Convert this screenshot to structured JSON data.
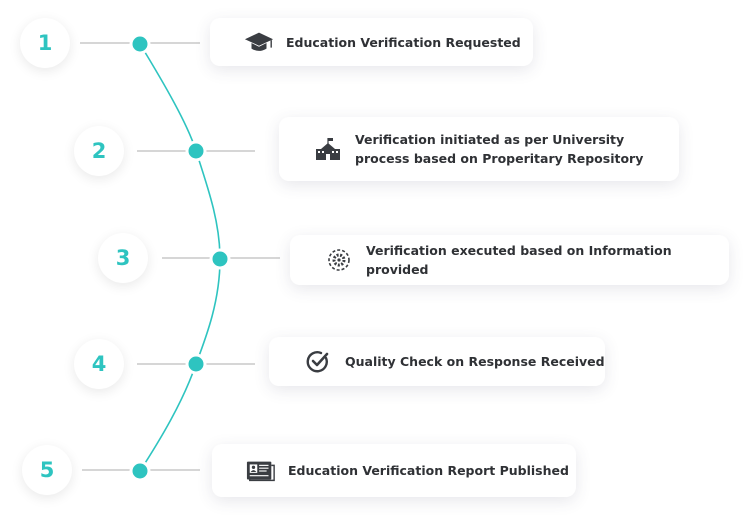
{
  "steps": [
    {
      "number": "1",
      "text": "Education Verification Requested",
      "icon": "graduation-cap-icon"
    },
    {
      "number": "2",
      "text": "Verification initiated as per University process based on Properitary Repository",
      "icon": "university-building-icon"
    },
    {
      "number": "3",
      "text": "Verification executed based on Information provided",
      "icon": "gear-process-icon"
    },
    {
      "number": "4",
      "text": "Quality Check on Response Received",
      "icon": "check-circle-icon"
    },
    {
      "number": "5",
      "text": "Education Verification Report Published",
      "icon": "report-card-icon"
    }
  ],
  "colors": {
    "accent": "#2ec4c0",
    "text": "#2f3135",
    "connector": "#d6d6d6"
  }
}
